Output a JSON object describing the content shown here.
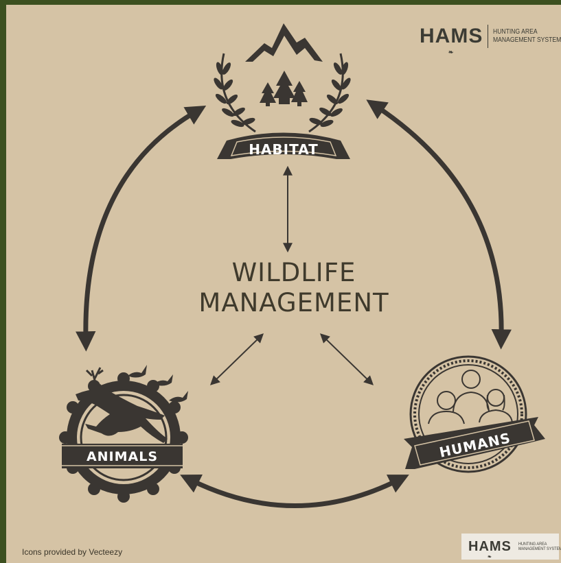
{
  "center": {
    "title_line1": "WILDLIFE",
    "title_line2": "MANAGEMENT"
  },
  "nodes": {
    "habitat": "HABITAT",
    "animals": "ANIMALS",
    "humans": "HUMANS"
  },
  "logo": {
    "wordmark": "HAMS",
    "sub_line1": "HUNTING AREA",
    "sub_line2": "MANAGEMENT SYSTEM"
  },
  "credit": "Icons provided by Vecteezy",
  "colors": {
    "frame": "#3c5020",
    "background": "#d5c3a5",
    "ink": "#3a3632"
  },
  "icons": [
    "mountain-icon",
    "pine-trees-icon",
    "laurel-wreath-icon",
    "deer-icon",
    "birds-icon",
    "people-icon"
  ]
}
